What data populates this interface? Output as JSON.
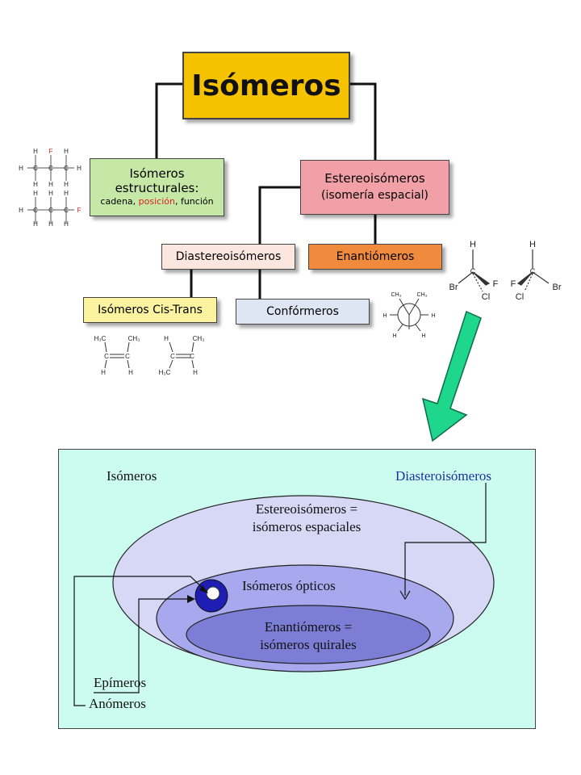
{
  "tree": {
    "root": "Isómeros",
    "structural": {
      "line1": "Isómeros",
      "line2": "estructurales:",
      "sub_a": "cadena, ",
      "sub_b": "posición",
      "sub_c": ", función"
    },
    "stereo": {
      "line1": "Estereoisómeros",
      "line2": "(isomería espacial)"
    },
    "diastereo": "Diastereoisómeros",
    "enantio": "Enantiómeros",
    "cistrans": "Isómeros Cis-Trans",
    "conformers": "Confórmeros"
  },
  "colors": {
    "root_fill": "#f5c200",
    "structural_fill": "#c6e8a6",
    "stereo_fill": "#f2a0a8",
    "diastereo_fill": "#fbe6e0",
    "enantio_fill": "#f08a3c",
    "cistrans_fill": "#fbf3a0",
    "conformers_fill": "#dde6f2",
    "arrow_fill": "#1ed68c",
    "venn_bg": "#ccfcef",
    "venn_label_blue": "#2030a0"
  },
  "venn": {
    "outer_label": "Isómeros",
    "diastereo_label": "Diasteroisómeros",
    "stereo_line1": "Estereoisómeros =",
    "stereo_line2": "isómeros espaciales",
    "optical_label": "Isómeros ópticos",
    "enantio_line1": "Enantiómeros =",
    "enantio_line2": "isómeros quirales",
    "epimers": "Epímeros",
    "anomers": "Anómeros"
  },
  "molecules": {
    "H": "H",
    "F": "F",
    "C": "C",
    "Br": "Br",
    "Cl": "Cl",
    "CH3": "CH₃",
    "H3C": "H₃C"
  }
}
